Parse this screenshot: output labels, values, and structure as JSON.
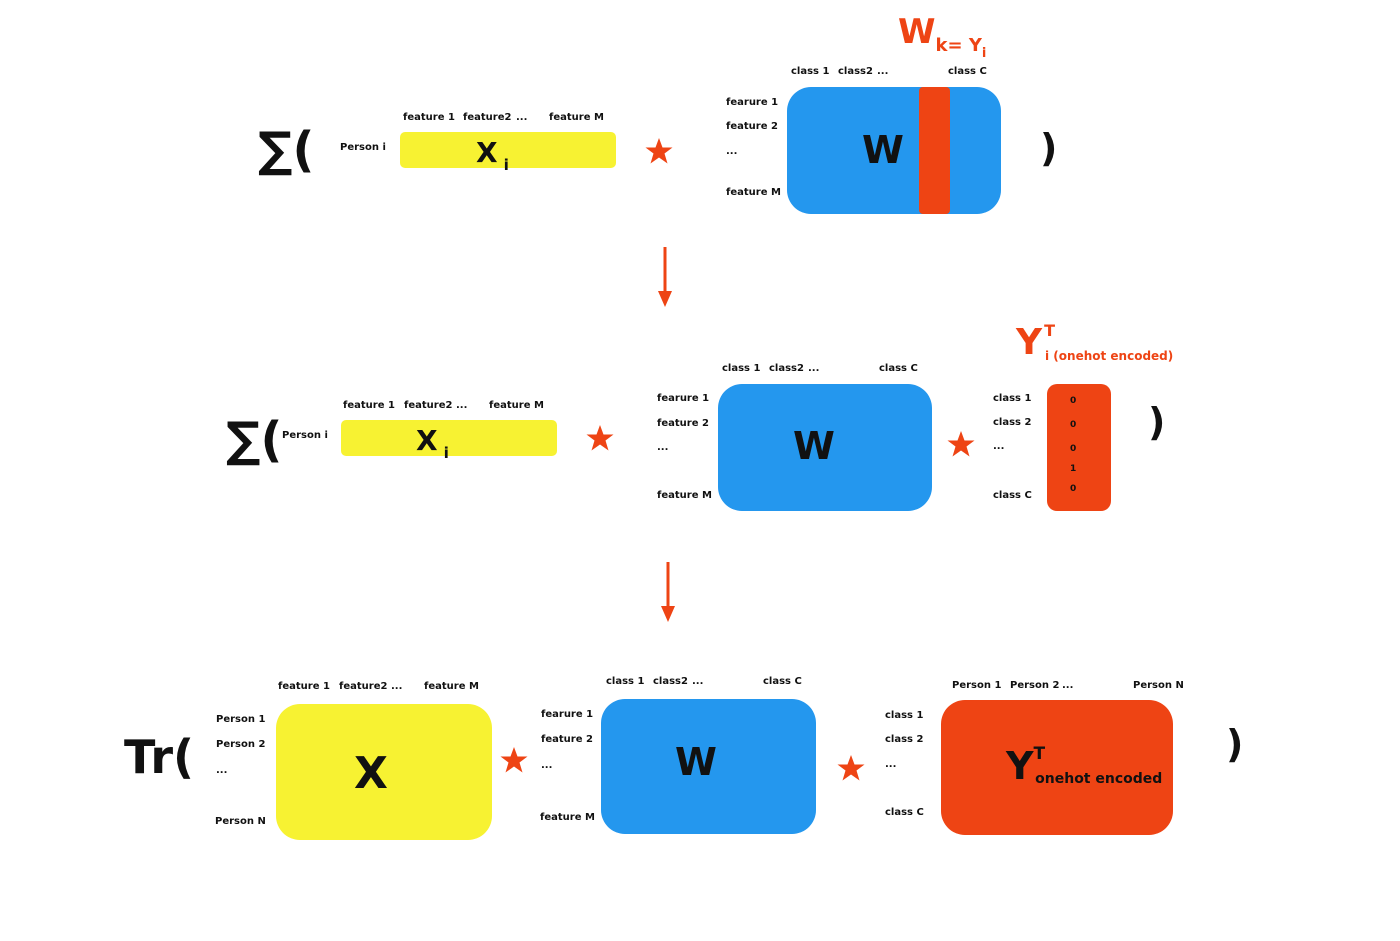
{
  "colors": {
    "feature_row": "#f7f232",
    "weights": "#2497ee",
    "onehot": "#ee4414",
    "star": "#ee4414"
  },
  "row1": {
    "open": "∑(",
    "close": ")",
    "x_rowlabel": "Person  i",
    "x_cols": [
      "feature 1",
      "feature2",
      "...",
      "feature M"
    ],
    "x_name": "X",
    "x_sub": "i",
    "w_cols": [
      "class 1",
      "class2",
      "...",
      "class C"
    ],
    "w_rows": [
      "fearure  1",
      "feature  2",
      "...",
      "feature  M"
    ],
    "w_name": "W",
    "highlight_name": "W",
    "highlight_sub": "k= Y",
    "highlight_subsub": "i"
  },
  "row2": {
    "open": "∑(",
    "close": ")",
    "x_rowlabel": "Person  i",
    "x_cols": [
      "feature 1",
      "feature2",
      "...",
      "feature M"
    ],
    "x_name": "X",
    "x_sub": "i",
    "w_cols": [
      "class 1",
      "class2",
      "...",
      "class C"
    ],
    "w_rows": [
      "fearure  1",
      "feature  2",
      "...",
      "feature  M"
    ],
    "w_name": "W",
    "y_title": "Y",
    "y_sup": "T",
    "y_sub": "i (onehot encoded)",
    "y_rows": [
      "class  1",
      "class  2",
      "...",
      "class C"
    ],
    "y_values": [
      "0",
      "0",
      "0",
      "1",
      "0"
    ]
  },
  "row3": {
    "open": "Tr(",
    "close": ")",
    "x_cols": [
      "feature 1",
      "feature2",
      "...",
      "feature M"
    ],
    "x_rows": [
      "Person  1",
      "Person  2",
      "...",
      "Person  N"
    ],
    "x_name": "X",
    "w_cols": [
      "class 1",
      "class2",
      "...",
      "class C"
    ],
    "w_rows": [
      "fearure  1",
      "feature  2",
      "...",
      "feature  M"
    ],
    "w_name": "W",
    "y_cols": [
      "Person 1",
      "Person 2",
      "...",
      "Person N"
    ],
    "y_rows": [
      "class 1",
      "class  2",
      "...",
      "class C"
    ],
    "y_name": "Y",
    "y_sup": "T",
    "y_sub": "onehot encoded"
  }
}
